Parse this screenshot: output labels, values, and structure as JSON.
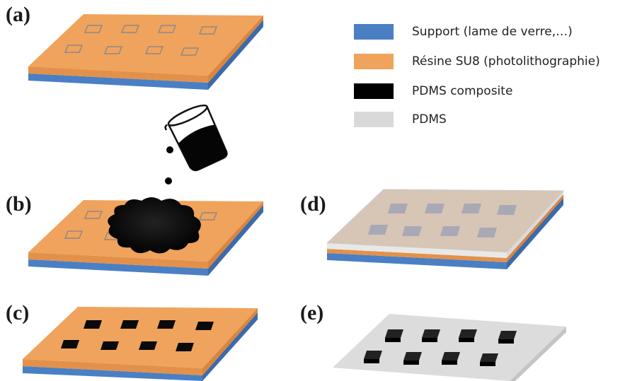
{
  "panels": {
    "a": {
      "label": "(a)"
    },
    "b": {
      "label": "(b)"
    },
    "c": {
      "label": "(c)"
    },
    "d": {
      "label": "(d)"
    },
    "e": {
      "label": "(e)"
    }
  },
  "legend": {
    "items": [
      {
        "label": "Support (lame de verre,…)",
        "color": "#4a7fc4"
      },
      {
        "label": "Résine SU8 (photolithographie)",
        "color": "#f0a35c"
      },
      {
        "label": "PDMS composite",
        "color": "#000000"
      },
      {
        "label": "PDMS",
        "color": "#d9d9d9"
      }
    ]
  },
  "colors": {
    "support": "#4a7fc4",
    "resin": "#f0a35c",
    "composite": "#0a0a0a",
    "pdms": "#dcdcdc"
  },
  "icons": {
    "beaker": "beaker-pouring-icon"
  }
}
